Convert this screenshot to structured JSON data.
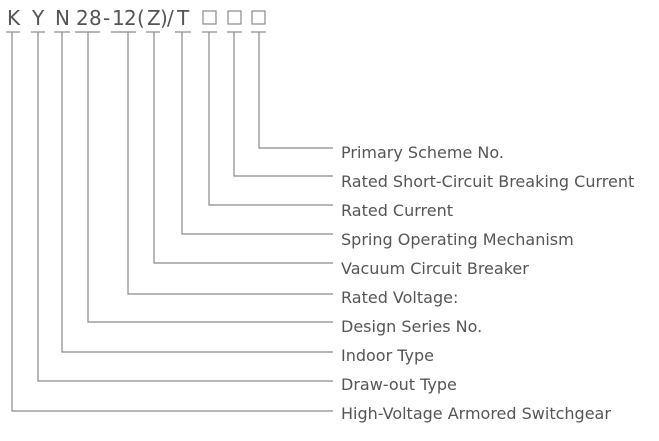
{
  "code": {
    "chars": [
      "K",
      "Y",
      "N",
      "2",
      "8",
      "-",
      "1",
      "2",
      "(",
      "Z",
      ")",
      "/",
      "T"
    ],
    "placeholder_boxes": 3
  },
  "callouts": [
    "Primary Scheme No.",
    "Rated Short-Circuit Breaking Current",
    "Rated Current",
    "Spring Operating Mechanism",
    "Vacuum Circuit Breaker",
    "Rated Voltage:",
    "Design Series No.",
    "Indoor Type",
    "Draw-out Type",
    "High-Voltage Armored Switchgear"
  ],
  "colors": {
    "text": "#555555",
    "line": "#8a8a8a"
  }
}
